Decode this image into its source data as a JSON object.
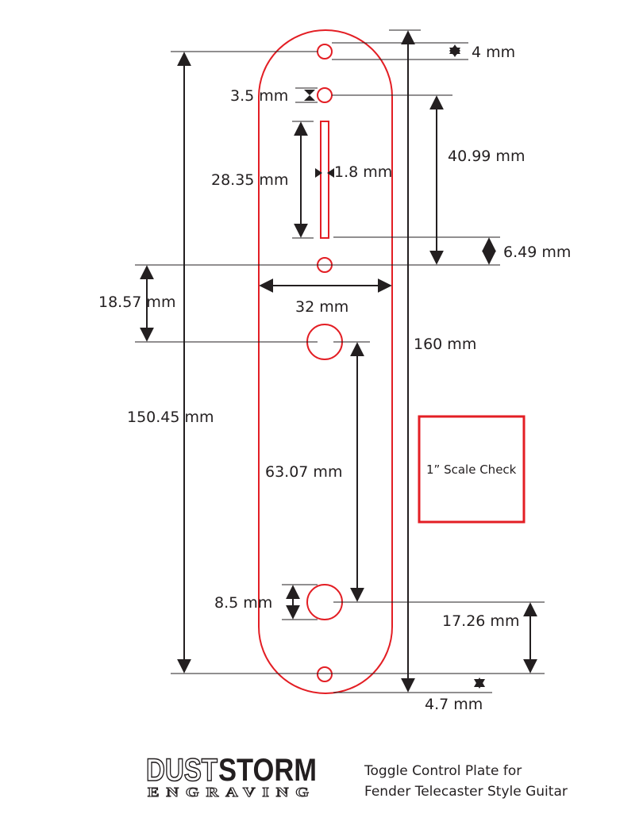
{
  "diagram": {
    "type": "technical-drawing",
    "subject": "Toggle control plate dimensions",
    "colors": {
      "outline": "#e31e24",
      "dimension": "#231f20",
      "background": "#ffffff"
    },
    "dimensions": {
      "top_hole_to_top": "4 mm",
      "small_hole_dia": "3.5 mm",
      "slot_length": "28.35 mm",
      "slot_width": "1.8 mm",
      "hole_to_hole_right": "40.99 mm",
      "slot_to_hole": "6.49 mm",
      "hole_to_knob": "18.57 mm",
      "plate_width": "32 mm",
      "overall_length": "160 mm",
      "mount_hole_spacing": "150.45 mm",
      "knob_spacing": "63.07 mm",
      "knob_hole_dia": "8.5 mm",
      "knob_to_bottom_hole": "17.26 mm",
      "bottom_hole_to_bottom": "4.7 mm"
    },
    "scale_check": "1” Scale Check"
  },
  "footer": {
    "logo": {
      "word1": "DUST",
      "word2": "STORM",
      "sub": "ENGRAVING"
    },
    "title_line1": "Toggle Control Plate for",
    "title_line2": "Fender Telecaster Style Guitar"
  }
}
